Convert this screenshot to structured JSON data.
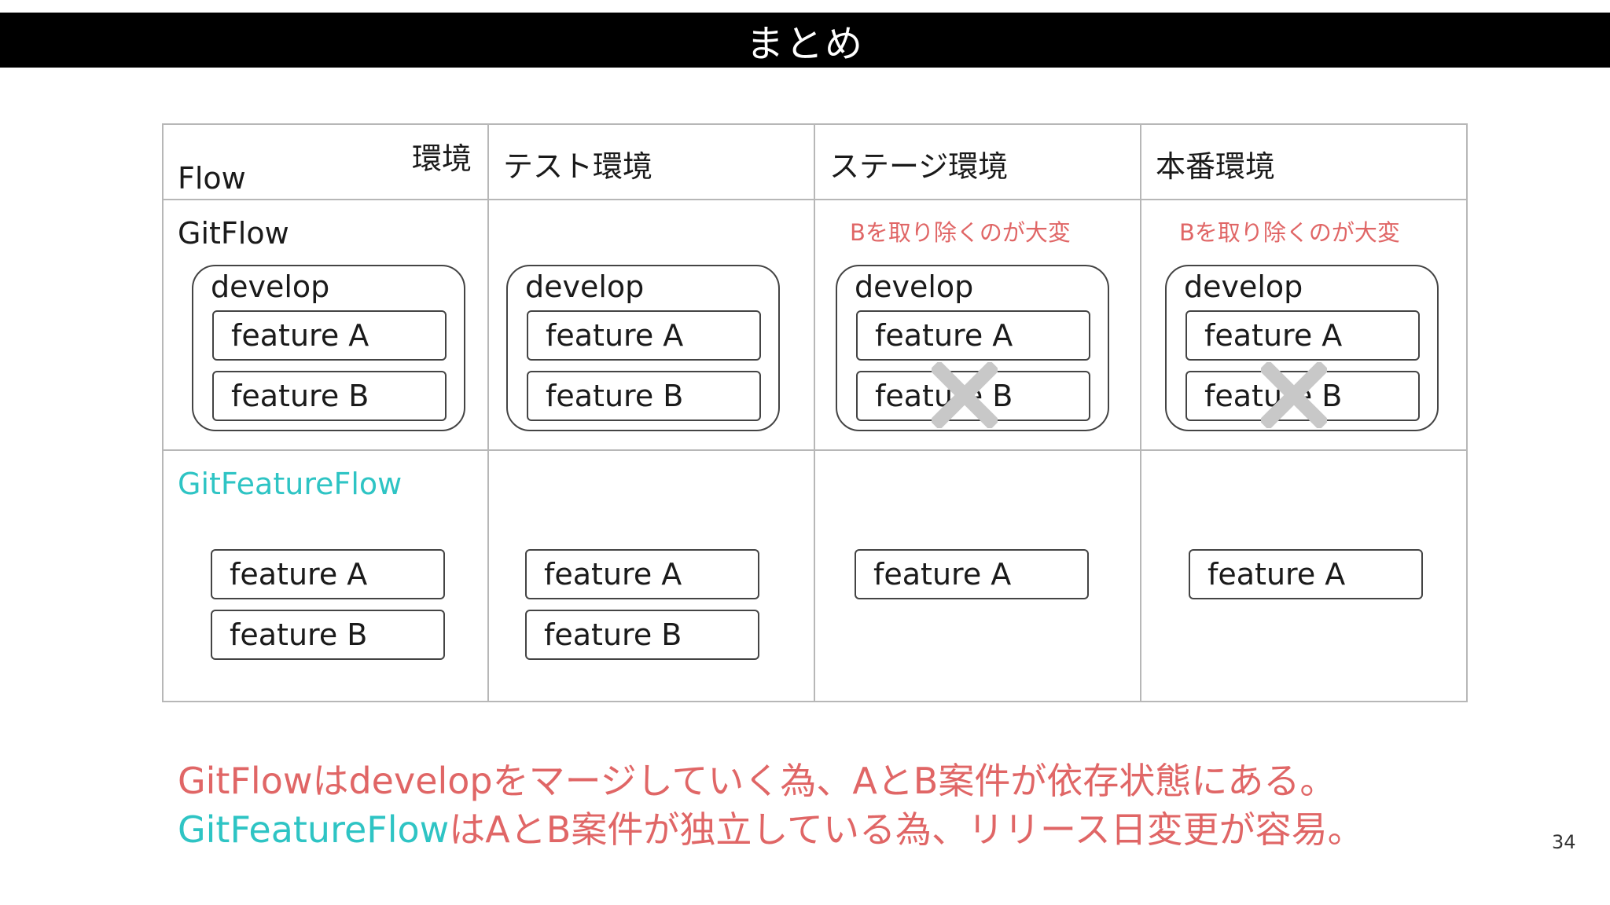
{
  "slide": {
    "title": "まとめ",
    "page_number": "34"
  },
  "table": {
    "corner": {
      "env_label": "環境",
      "flow_label": "Flow"
    },
    "columns": [
      "テスト環境",
      "ステージ環境",
      "本番環境"
    ],
    "rows": {
      "gitflow": {
        "label": "GitFlow",
        "note": "Bを取り除くのが大変",
        "develop_label": "develop",
        "feature_a": "feature A",
        "feature_b": "feature B"
      },
      "gitfeatureflow": {
        "label": "GitFeatureFlow",
        "feature_a": "feature A",
        "feature_b": "feature B"
      }
    }
  },
  "summary": {
    "line1_prefix": "GitFlow",
    "line1_rest": "はdevelopをマージしていく為、AとB案件が依存状態にある。",
    "line2_prefix": "GitFeatureFlow",
    "line2_rest": "はAとB案件が独立している為、リリース日変更が容易。"
  },
  "icons": {
    "remove": "x-mark-icon"
  },
  "colors": {
    "accent_red": "#e06666",
    "accent_teal": "#2ec4c4",
    "title_bg": "#000000",
    "x_mark": "#c8c8c8"
  }
}
